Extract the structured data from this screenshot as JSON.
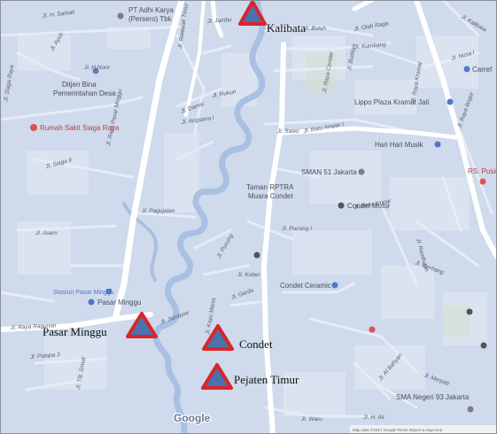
{
  "map": {
    "colors": {
      "background": "#cfdaec",
      "road_major": "#ffffff",
      "road_minor": "#e6ecf7",
      "river": "#a9c0e3",
      "block": "#dfe6f2",
      "marker_outline": "#d9252a",
      "marker_fill": "#4a72ad"
    },
    "markers": [
      {
        "name": "kalibata",
        "label": "Kalibata"
      },
      {
        "name": "pasar-minggu",
        "label": "Pasar Minggu"
      },
      {
        "name": "condet",
        "label": "Condet"
      },
      {
        "name": "pejaten-timur",
        "label": "Pejaten Timur"
      }
    ],
    "pois": [
      {
        "name": "pt-adhi-karya",
        "lines": [
          "PT Adhi Karya",
          "(Persero) Tbk"
        ],
        "icon": "business-icon"
      },
      {
        "name": "ditjen-bina",
        "lines": [
          "Ditjen Bina",
          "Pemerintahan Desa"
        ],
        "icon": "government-icon"
      },
      {
        "name": "rumah-sakit",
        "lines": [
          "Rumah Sakit Siaga Raya"
        ],
        "icon": "hospital-icon"
      },
      {
        "name": "lippo-plaza",
        "lines": [
          "Lippo Plaza Kramat Jati"
        ],
        "icon": "shopping-icon"
      },
      {
        "name": "carrefour",
        "lines": [
          "Carref"
        ],
        "icon": "shopping-icon"
      },
      {
        "name": "hari-hari-musik",
        "lines": [
          "Hari Hari Musik"
        ],
        "icon": "shopping-icon"
      },
      {
        "name": "rs-pusidi",
        "lines": [
          "RS. Pusid"
        ],
        "icon": "hospital-icon"
      },
      {
        "name": "sman-51",
        "lines": [
          "SMAN 51 Jakarta"
        ],
        "icon": "school-icon"
      },
      {
        "name": "taman-rptra",
        "lines": [
          "Taman RPTRA",
          "Muara Condet"
        ],
        "icon": "park-icon"
      },
      {
        "name": "condet-motor",
        "lines": [
          "Condet Motor"
        ],
        "icon": "place-icon"
      },
      {
        "name": "condet-ceramic",
        "lines": [
          "Condet Ceramic"
        ],
        "icon": "shopping-icon"
      },
      {
        "name": "stasiun-pasar-minggu",
        "lines": [
          "Stasiun Pasar Minggu"
        ],
        "icon": "train-icon"
      },
      {
        "name": "pasar-minggu-poi",
        "lines": [
          "Pasar Minggu"
        ],
        "icon": "shopping-icon"
      },
      {
        "name": "sma-negeri-93",
        "lines": [
          "SMA Negeri 93 Jakarta"
        ],
        "icon": "school-icon"
      }
    ],
    "streets": [
      "Jl. H. Samali",
      "Jl. Rawajati Timur",
      "Jl. Jambu",
      "Jl. Ayub",
      "Jl. H.Noor",
      "Jl. Raya Pasar Minggu",
      "Jl. Siaga Raya",
      "Jl. Siaga II",
      "Jl. Damai",
      "Jl. Angsana I",
      "Jl. Rukun",
      "Jl. Olah Raga",
      "Jl. Buluh",
      "Jl. Kumbang",
      "Jl. Raya Condet",
      "Jl. Budaya",
      "Jl. Batu Ampar I",
      "Jl. Sawo",
      "Jl. Nusa I",
      "Jl. Raya Bogor",
      "Jl. Pagujaten",
      "Jl. Asem",
      "Jl. Pucung",
      "Jl. Pucung I",
      "Jl. Kober",
      "Jl. Gardu",
      "Jl. Raya Ragunan",
      "Jl. Jambore",
      "Jl. Kayu Manis",
      "Jl. Inerbang",
      "Jl. Palapa 3",
      "Jl. TB. Simat",
      "Jl. Al Bahyan",
      "Jl. Merpati",
      "Jl. Waru",
      "Jl. H. Ali",
      "Jl. Rambutan",
      "Jl. Batu Ampar",
      "Jl. Raya Kramat",
      "Jl. Kalibata"
    ],
    "footer": "Map data ©2017 Google  Terms  Report a map error",
    "logo": "Google"
  }
}
